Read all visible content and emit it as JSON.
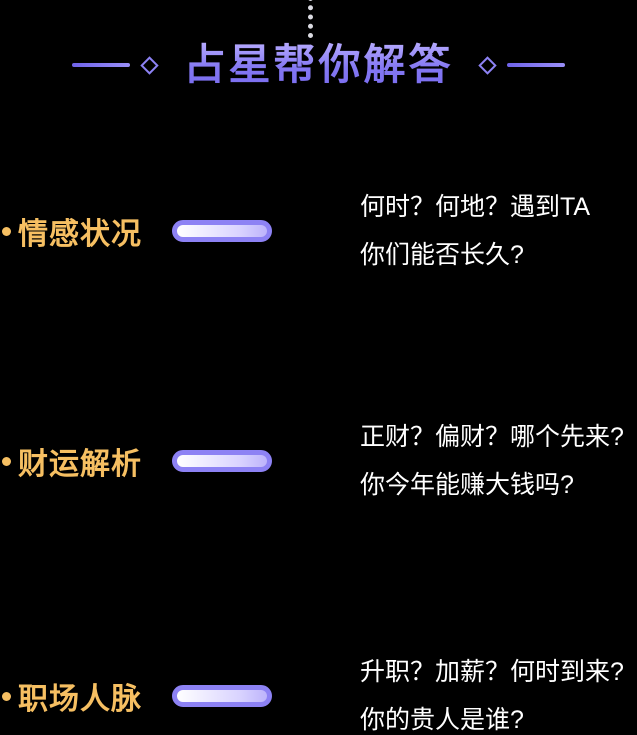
{
  "title": "占星帮你解答",
  "rows": [
    {
      "label": "情感状况",
      "line1": "何时？何地？遇到TA",
      "line2": "你们能否长久?"
    },
    {
      "label": "财运解析",
      "line1": "正财？偏财？哪个先来?",
      "line2": "你今年能赚大钱吗?"
    },
    {
      "label": "职场人脉",
      "line1": "升职？加薪？何时到来?",
      "line2": "你的贵人是谁?"
    }
  ],
  "colors": {
    "bg": "#000000",
    "accent_purple": "#8d82f4",
    "label_gold": "#f6bf62",
    "text_white": "#ffffff"
  }
}
